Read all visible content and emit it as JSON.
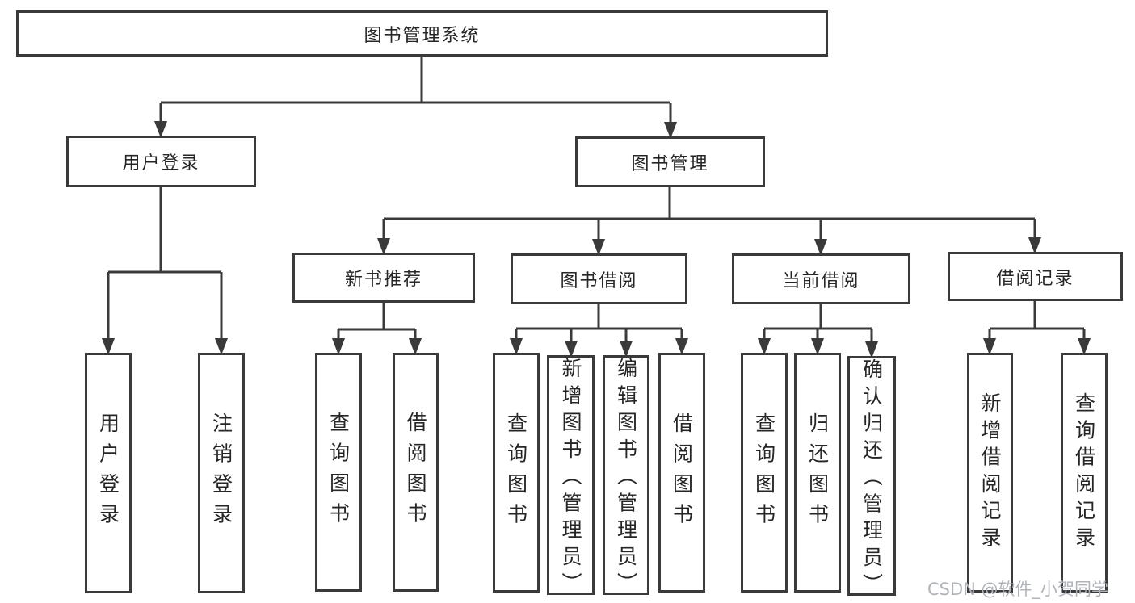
{
  "diagram": {
    "title": "图书管理系统",
    "nodes": {
      "root": {
        "label": "图书管理系统"
      },
      "user_login": {
        "label": "用户登录"
      },
      "book_mgmt": {
        "label": "图书管理"
      },
      "new_book_rec": {
        "label": "新书推荐"
      },
      "book_borrow": {
        "label": "图书借阅"
      },
      "current_borrow": {
        "label": "当前借阅"
      },
      "borrow_record": {
        "label": "借阅记录"
      },
      "leaf_user_login": {
        "label": "用户登录"
      },
      "leaf_logout": {
        "label": "注销登录"
      },
      "leaf_nbr_query": {
        "label": "查询图书"
      },
      "leaf_nbr_borrow": {
        "label": "借阅图书"
      },
      "leaf_bb_query": {
        "label": "查询图书"
      },
      "leaf_bb_add": {
        "label": "新增图书（管理员）"
      },
      "leaf_bb_edit": {
        "label": "编辑图书（管理员）"
      },
      "leaf_bb_borrow": {
        "label": "借阅图书"
      },
      "leaf_cb_query": {
        "label": "查询图书"
      },
      "leaf_cb_return": {
        "label": "归还图书"
      },
      "leaf_cb_confirm": {
        "label": "确认归还（管理员）"
      },
      "leaf_br_add": {
        "label": "新增借阅记录"
      },
      "leaf_br_query": {
        "label": "查询借阅记录"
      }
    },
    "hierarchy": {
      "root": [
        "user_login",
        "book_mgmt"
      ],
      "user_login": [
        "leaf_user_login",
        "leaf_logout"
      ],
      "book_mgmt": [
        "new_book_rec",
        "book_borrow",
        "current_borrow",
        "borrow_record"
      ],
      "new_book_rec": [
        "leaf_nbr_query",
        "leaf_nbr_borrow"
      ],
      "book_borrow": [
        "leaf_bb_query",
        "leaf_bb_add",
        "leaf_bb_edit",
        "leaf_bb_borrow"
      ],
      "current_borrow": [
        "leaf_cb_query",
        "leaf_cb_return",
        "leaf_cb_confirm"
      ],
      "borrow_record": [
        "leaf_br_add",
        "leaf_br_query"
      ]
    },
    "colors": {
      "line": "#3a3a3a",
      "text": "#262626",
      "background": "#ffffff"
    }
  },
  "watermark": {
    "text": "CSDN @软件_小贺同学",
    "color": "#b0b3ba"
  }
}
